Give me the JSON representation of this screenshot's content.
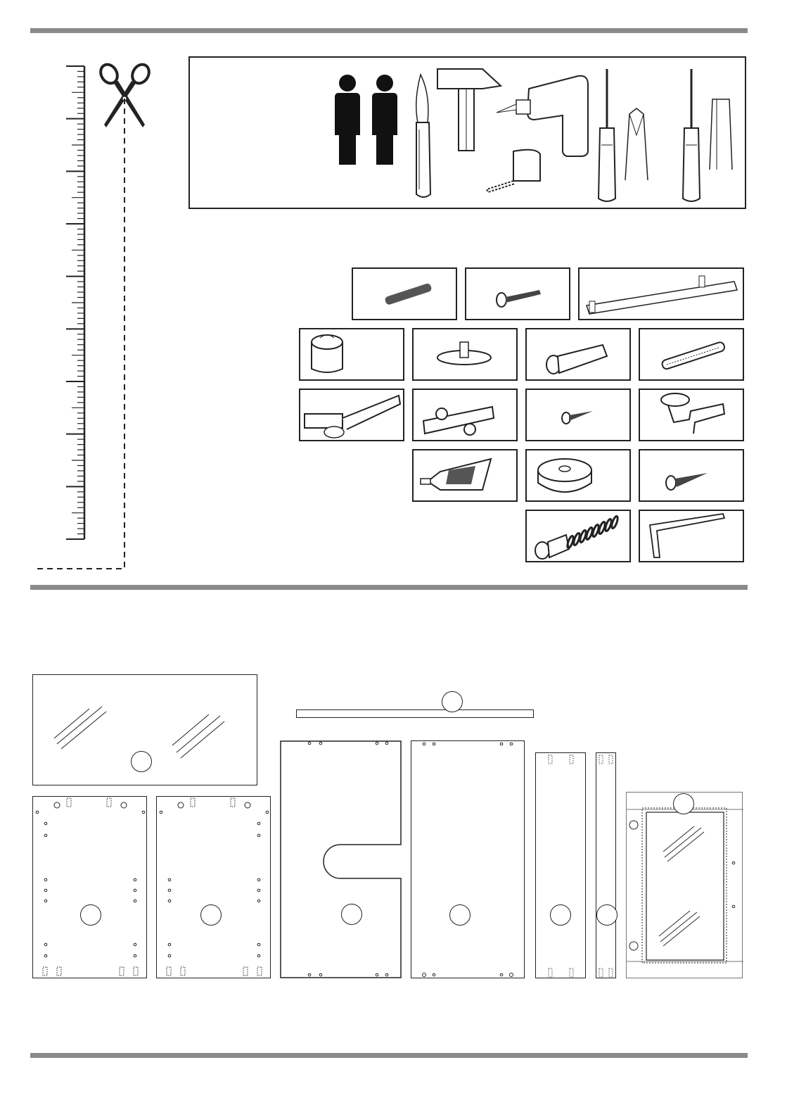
{
  "document": {
    "icons": {
      "ruler": "ruler-icon",
      "scissors": "scissors-icon",
      "persons": "two-persons-icon",
      "knife": "knife-icon",
      "hammer": "hammer-icon",
      "drill": "electric-drill-icon",
      "tape": "tape-measure-icon",
      "phillips": "phillips-screwdriver-icon",
      "flat": "flat-screwdriver-icon"
    },
    "hardware": [
      "threaded-rod-icon",
      "screw-icon",
      "bar-handle-icon",
      "cam-lock-icon",
      "adjustable-foot-icon",
      "connector-bolt-icon",
      "wooden-dowel-icon",
      "hinge-icon",
      "mounting-plate-icon",
      "small-screw-icon",
      "shelf-support-icon",
      "glue-tube-icon",
      "bumper-pad-icon",
      "wood-screw-icon",
      "euro-screw-icon",
      "allen-key-icon"
    ],
    "panels": [
      "glass-top-panel",
      "top-strip-panel",
      "side-panel-left",
      "side-panel-right",
      "door-panel-with-cutout",
      "back-panel",
      "narrow-board",
      "edge-strip",
      "glass-door-panel"
    ]
  }
}
